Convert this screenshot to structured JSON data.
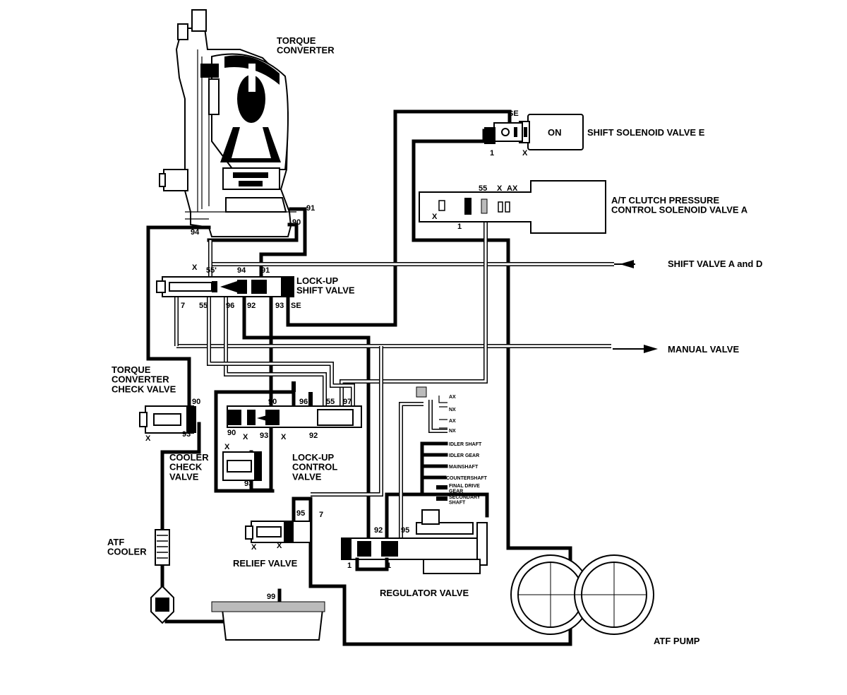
{
  "components": {
    "torque_converter": "TORQUE\nCONVERTER",
    "shift_solenoid_e": "SHIFT SOLENOID VALVE E",
    "solenoid_state": "ON",
    "clutch_pressure_solenoid_a": "A/T CLUTCH PRESSURE\nCONTROL SOLENOID VALVE A",
    "shift_valve_a_d": "SHIFT VALVE A and D",
    "manual_valve": "MANUAL VALVE",
    "lockup_shift_valve": "LOCK-UP\nSHIFT VALVE",
    "tc_check_valve": "TORQUE\nCONVERTER\nCHECK VALVE",
    "cooler_check_valve": "COOLER\nCHECK\nVALVE",
    "lockup_control_valve": "LOCK-UP\nCONTROL\nVALVE",
    "atf_cooler": "ATF\nCOOLER",
    "relief_valve": "RELIEF VALVE",
    "regulator_valve": "REGULATOR VALVE",
    "atf_pump": "ATF PUMP"
  },
  "lubrication_points": [
    "AX",
    "NX",
    "AX",
    "NX",
    "IDLER SHAFT",
    "IDLER GEAR",
    "MAINSHAFT",
    "COUNTERSHAFT",
    "FINAL DRIVE\nGEAR",
    "SECONDARY\nSHAFT"
  ],
  "port_labels": {
    "se_top": "SE",
    "p1_sol_e": "1",
    "x_sol_e": "X",
    "p55_a": "55",
    "x_a": "X",
    "ax_a": "AX",
    "x_a2": "X",
    "p1_a": "1",
    "p91_tc": "91",
    "p90_tc": "90",
    "p94_tc": "94",
    "ls_x": "X",
    "ls_55t": "55'",
    "ls_94": "94",
    "ls_91": "91",
    "ls_7": "7",
    "ls_55": "55",
    "ls_96": "96",
    "ls_92": "92",
    "ls_93": "93",
    "ls_se": "SE",
    "tcc_90": "90",
    "tcc_93": "93",
    "tcc_x": "X",
    "lc_90t": "90",
    "lc_96": "96",
    "lc_55": "55",
    "lc_97": "97",
    "lc_90": "90",
    "lc_x": "X",
    "lc_93": "93",
    "lc_x2": "X",
    "lc_92": "92",
    "cc_x": "X",
    "cc_93": "93",
    "rv_95": "95",
    "rv_7": "7",
    "rv_x1": "X",
    "rv_x2": "X",
    "reg_92": "92",
    "reg_95": "95",
    "reg_1a": "1",
    "reg_1b": "1",
    "sump_99": "99"
  }
}
